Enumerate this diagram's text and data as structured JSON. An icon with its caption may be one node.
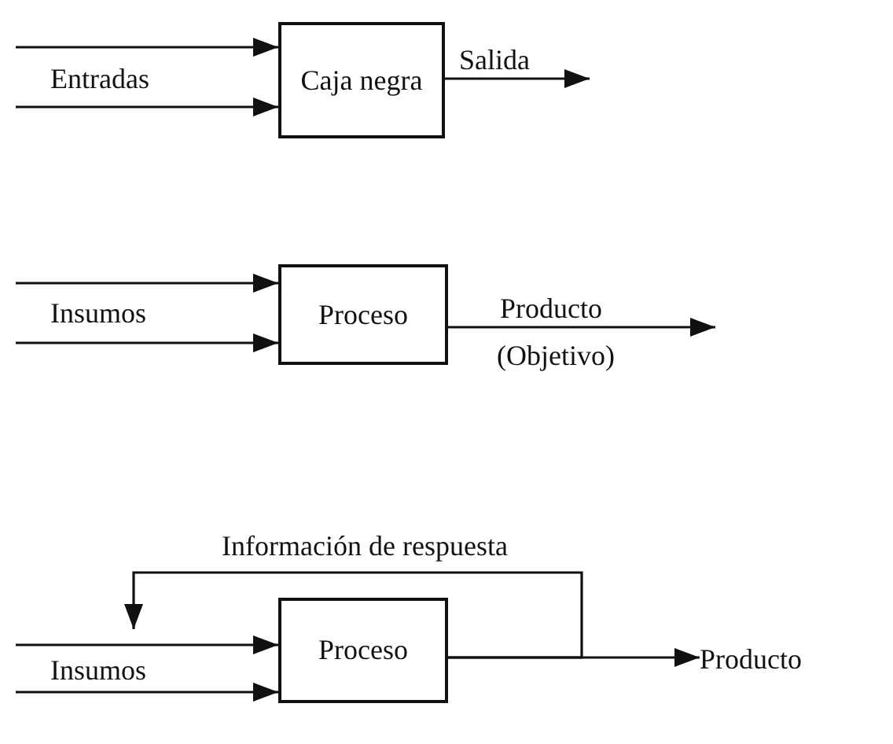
{
  "diagram": {
    "nodes": [
      {
        "text": [
          "Caja negra"
        ]
      },
      {
        "text": [
          "Proceso"
        ]
      },
      {
        "text": [
          "Proceso"
        ]
      },
      {
        "text": [
          "Producto"
        ]
      }
    ],
    "edges": [
      {
        "from": null,
        "to": 0,
        "arrow": "to"
      },
      {
        "from": null,
        "to": 0,
        "arrow": "to"
      },
      {
        "from": 0,
        "to": null,
        "arrow": "to",
        "label": "Salida"
      },
      {
        "from": null,
        "to": 1,
        "arrow": "to"
      },
      {
        "from": null,
        "to": 1,
        "arrow": "to"
      },
      {
        "from": 1,
        "to": null,
        "arrow": "to",
        "label": "Producto"
      },
      {
        "from": null,
        "to": 2,
        "arrow": "to"
      },
      {
        "from": null,
        "to": 2,
        "arrow": "to"
      },
      {
        "from": 2,
        "to": 3,
        "arrow": "to"
      },
      {
        "from": 2,
        "to": null,
        "arrow": "to",
        "label": "Información de respuesta"
      }
    ],
    "labels": [
      "Entradas",
      "Insumos",
      "(Objetivo)",
      "Insumos"
    ]
  }
}
